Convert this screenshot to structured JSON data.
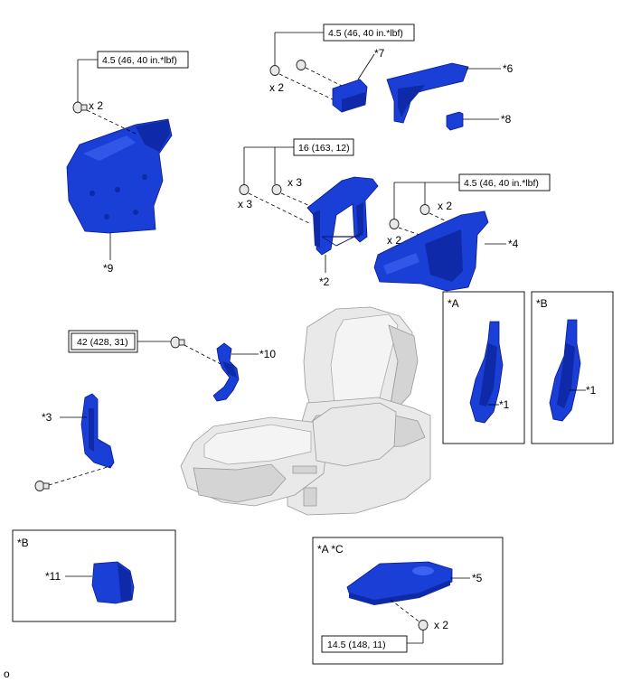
{
  "torque": {
    "t9": "4.5 (46, 40 in.*lbf)",
    "t7": "4.5 (46, 40 in.*lbf)",
    "t2": "16 (163, 12)",
    "t4": "4.5 (46, 40 in.*lbf)",
    "t10": "42 (428, 31)",
    "t5": "14.5 (148, 11)"
  },
  "qty": {
    "q9": "x 2",
    "q7": "x 2",
    "q2a": "x 3",
    "q2b": "x 3",
    "q4a": "x 2",
    "q4b": "x 2",
    "q5": "x 2"
  },
  "parts": {
    "p1a": "*1",
    "p1b": "*1",
    "p2": "*2",
    "p3": "*3",
    "p4": "*4",
    "p5": "*5",
    "p6": "*6",
    "p7": "*7",
    "p8": "*8",
    "p9": "*9",
    "p10": "*10",
    "p11": "*11"
  },
  "variants": {
    "boxA": "*A",
    "boxB": "*B",
    "boxB2": "*B",
    "boxAC": "*A  *C"
  },
  "footer": {
    "code": "o"
  },
  "colors": {
    "part_blue": "#1a3fd6",
    "seat_gray": "#e9e9e9"
  }
}
